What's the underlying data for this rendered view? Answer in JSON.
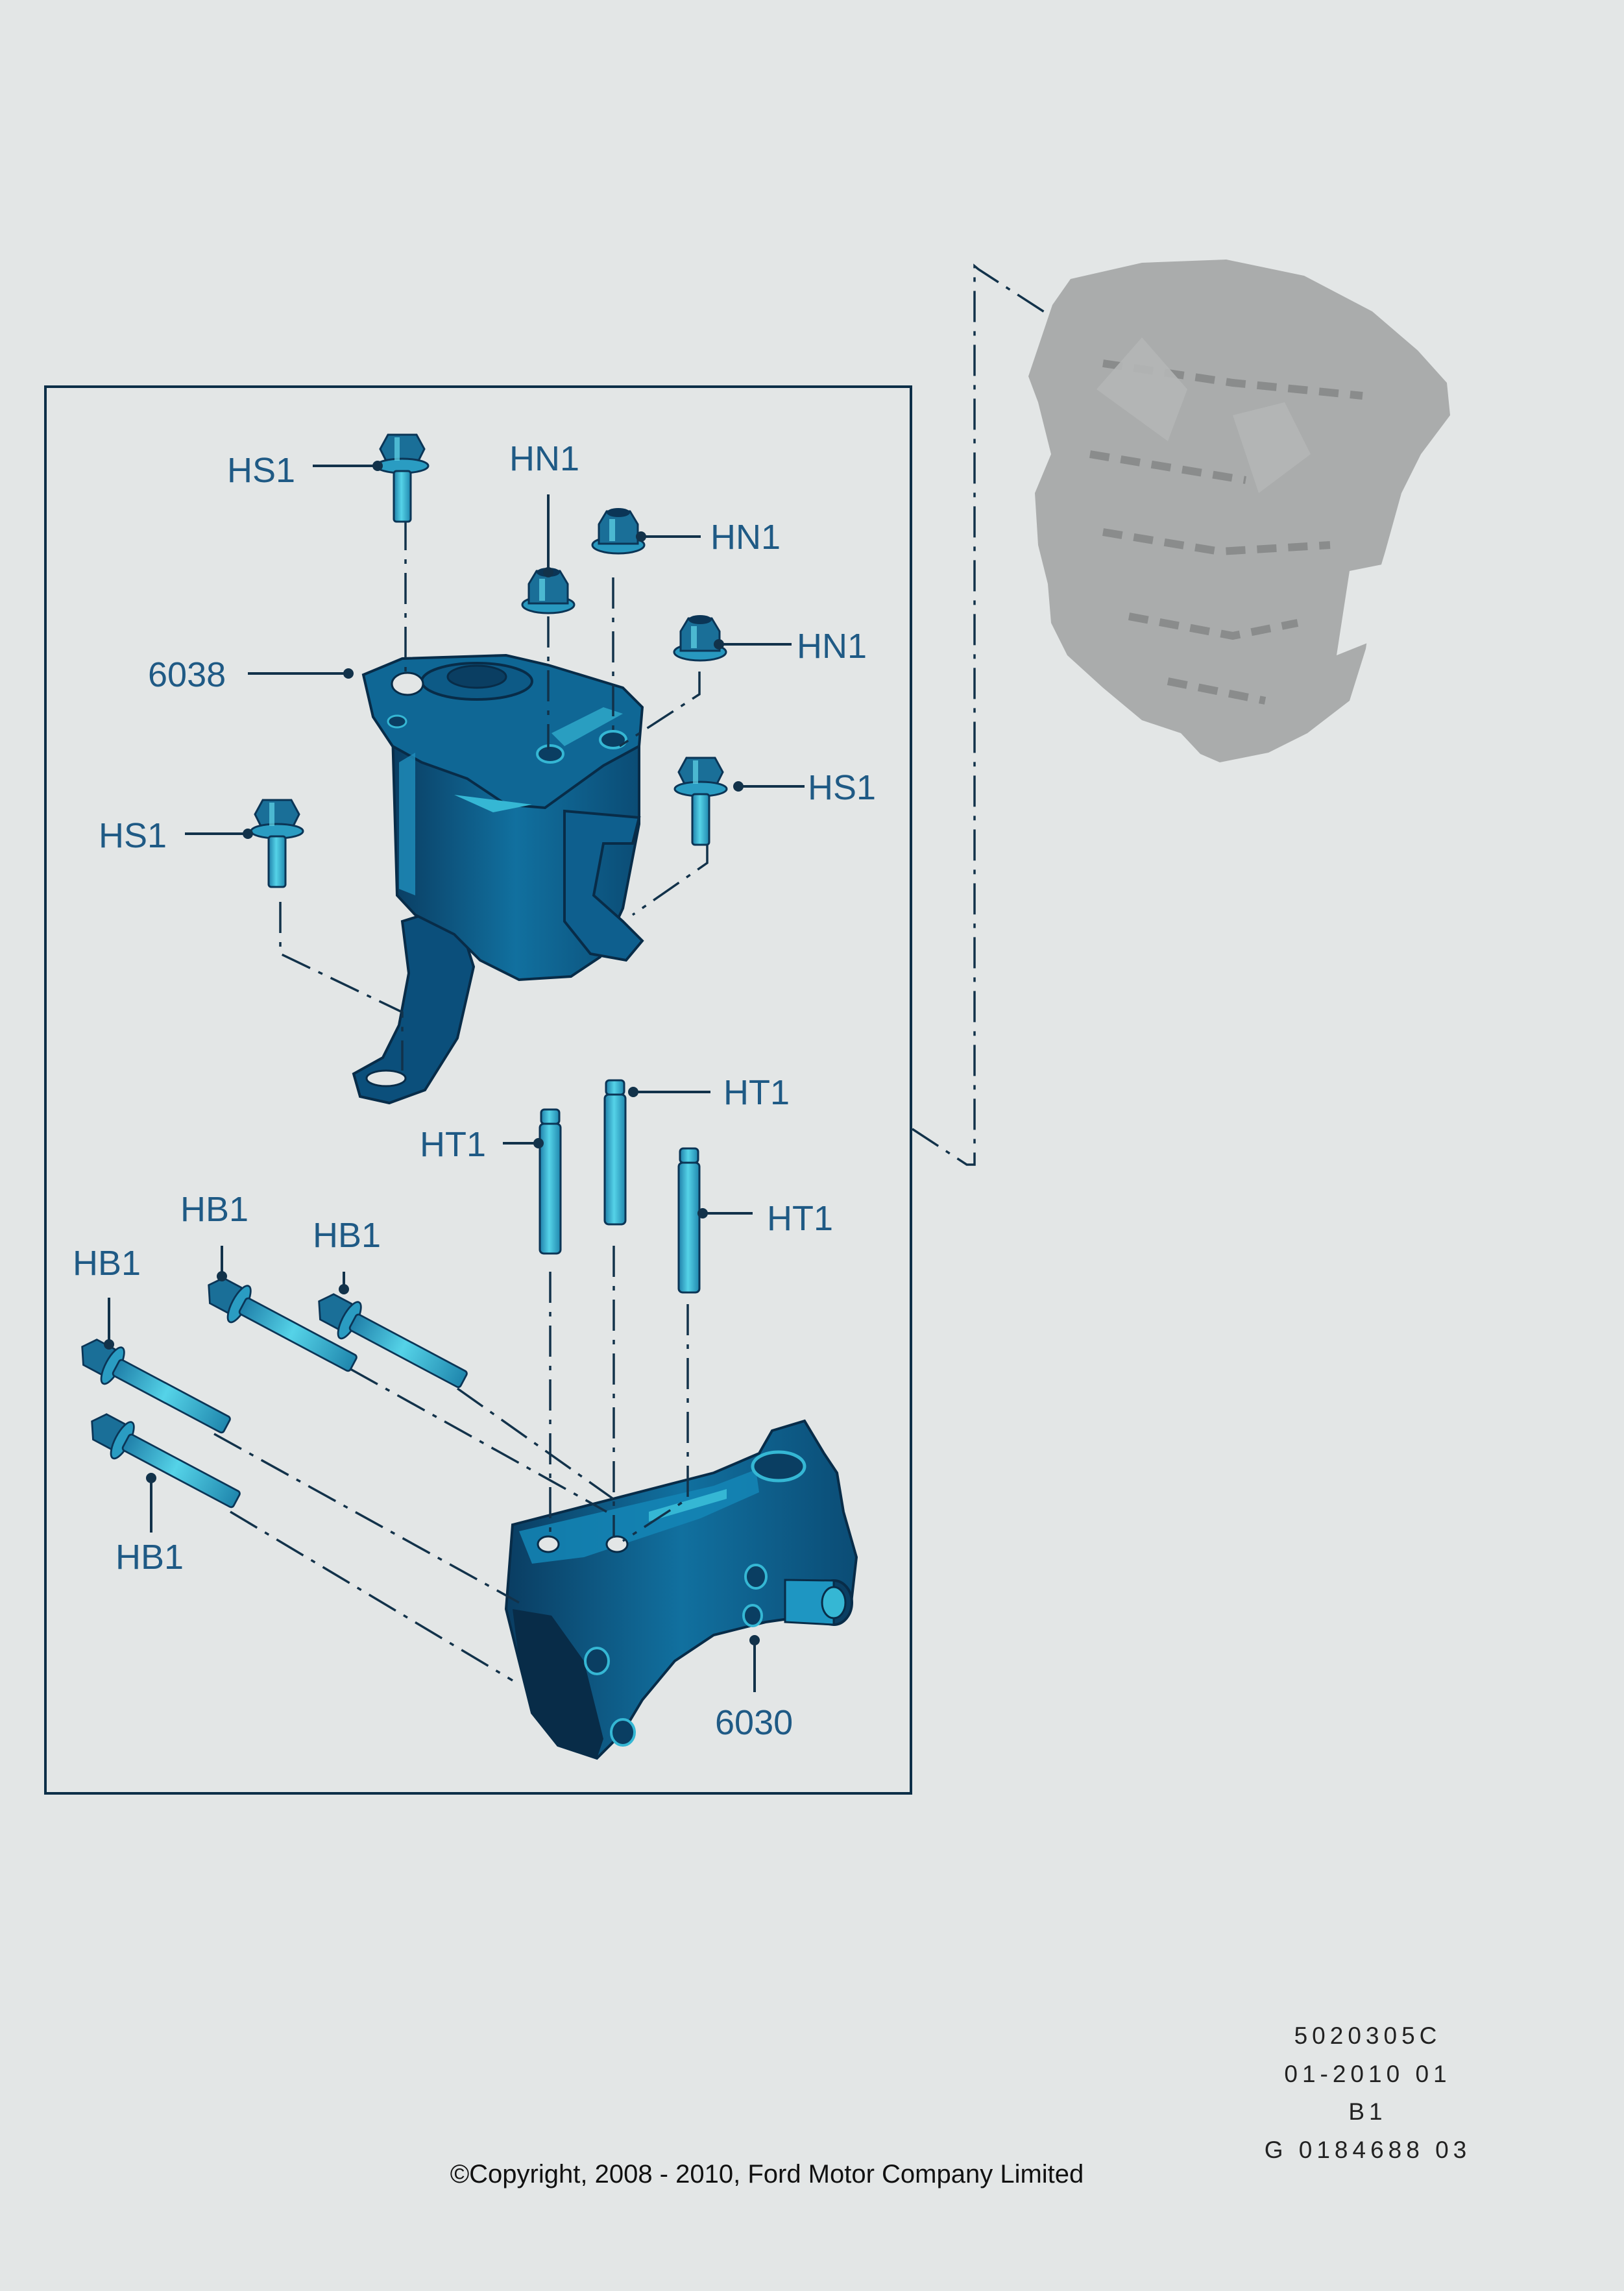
{
  "callouts": {
    "hs1_top": "HS1",
    "hn1_top": "HN1",
    "hn1_right": "HN1",
    "hn1_mid": "HN1",
    "part_6038": "6038",
    "hs1_right": "HS1",
    "hs1_left": "HS1",
    "ht1_top": "HT1",
    "ht1_left": "HT1",
    "ht1_right": "HT1",
    "hb1_a": "HB1",
    "hb1_b": "HB1",
    "hb1_c": "HB1",
    "hb1_d": "HB1",
    "part_6030": "6030"
  },
  "reference_block": {
    "line1": "5020305C",
    "line2": "01-2010 01",
    "line3": "B1",
    "line4": "G 0184688 03"
  },
  "copyright": "©Copyright, 2008 - 2010, Ford Motor Company Limited",
  "colors": {
    "background": "#e3e6e6",
    "part_dark": "#0c4a73",
    "part_mid": "#11709f",
    "part_light": "#35b7d4",
    "fastener": "#3fc3dc",
    "label_text": "#1f5a85",
    "engine_ghost": "#9fa1a1"
  },
  "icons": {
    "engine_overview": "engine-silhouette-icon",
    "upper_mount": "engine-mount-upper-icon",
    "lower_bracket": "engine-mount-bracket-icon",
    "bolt": "flange-bolt-icon",
    "nut": "flange-nut-icon",
    "stud": "stud-icon"
  }
}
